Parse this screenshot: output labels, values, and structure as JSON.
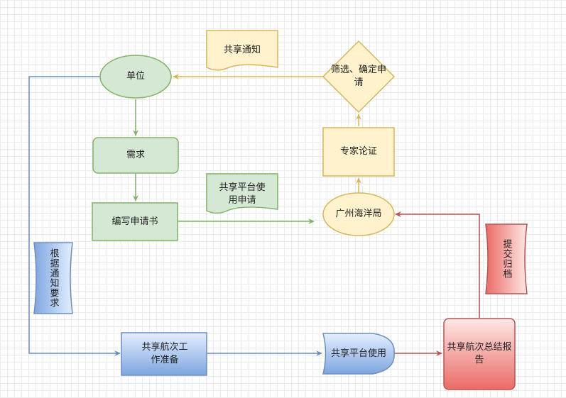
{
  "nodes": {
    "unit": "单位",
    "demand": "需求",
    "write_application": "编写申请书",
    "guangzhou_ocean_bureau": "广州海洋局",
    "expert_review": "专家论证",
    "screen_confirm": "筛选、确定申请",
    "shared_voyage_prep": "共享航次工作准备",
    "shared_platform_use": "共享平台使用",
    "voyage_summary_report": "共享航次总结报告"
  },
  "documents": {
    "share_notice": "共享通知",
    "platform_application": "共享平台使用申请",
    "per_notice_requirements": "根据通知要求",
    "submit_archive": "提交归档"
  },
  "colors": {
    "green_fill": "#d5e8d4",
    "green_stroke": "#82b366",
    "yellow_fill": "#fff2cc",
    "yellow_stroke": "#d6b656",
    "blue_fill": "#dae8fc",
    "blue_stroke": "#6c8ebf",
    "red_fill": "#f8cecc",
    "red_stroke": "#b85450"
  }
}
